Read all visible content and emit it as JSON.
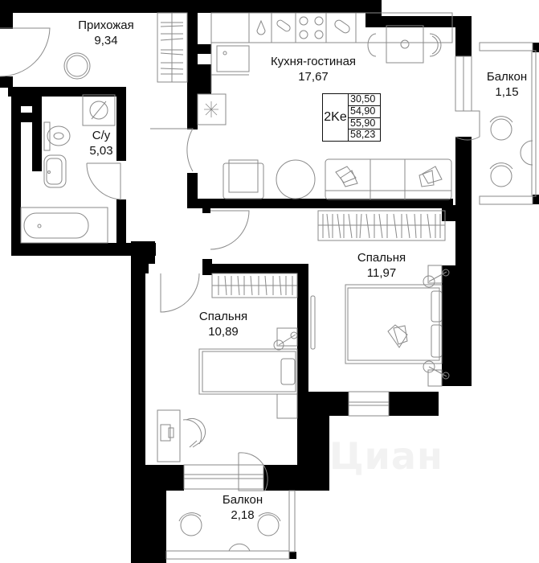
{
  "apartment": {
    "type_code": "2Ke",
    "areas": [
      "30,50",
      "54,90",
      "55,90",
      "58,23"
    ]
  },
  "rooms": [
    {
      "id": "hallway",
      "name": "Прихожая",
      "area": "9,34"
    },
    {
      "id": "kitchen-living",
      "name": "Кухня-гостиная",
      "area": "17,67"
    },
    {
      "id": "balcony-east",
      "name": "Балкон",
      "area": "1,15"
    },
    {
      "id": "bathroom",
      "name": "С/у",
      "area": "5,03"
    },
    {
      "id": "bedroom-large",
      "name": "Спальня",
      "area": "11,97"
    },
    {
      "id": "bedroom-small",
      "name": "Спальня",
      "area": "10,89"
    },
    {
      "id": "balcony-south",
      "name": "Балкон",
      "area": "2,18"
    }
  ],
  "watermark": "Циан",
  "colors": {
    "wall": "#000000",
    "furniture_line": "#8a8a8a",
    "background": "#ffffff",
    "text": "#111111"
  }
}
